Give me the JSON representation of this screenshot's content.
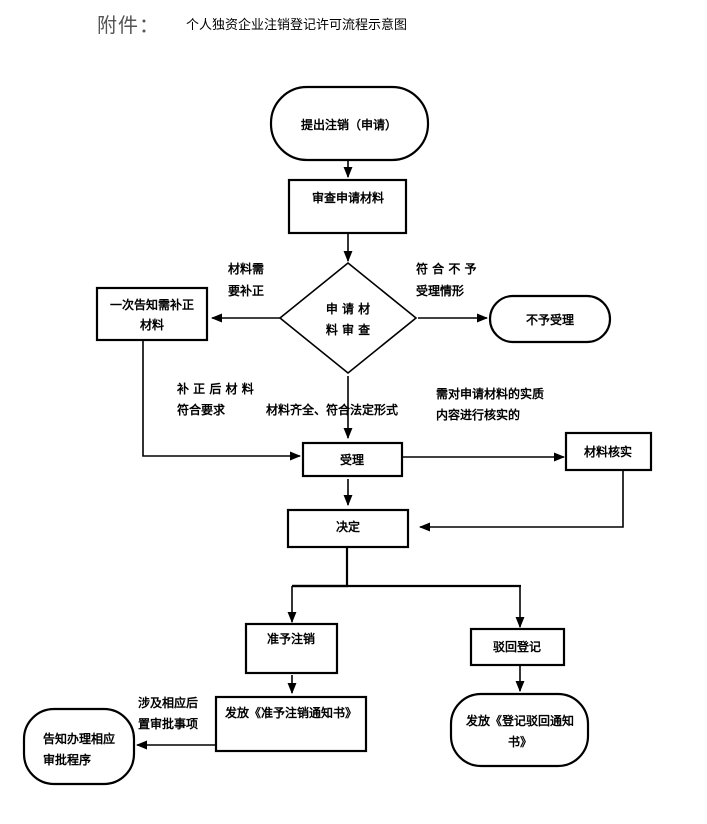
{
  "header": {
    "attachment_label": "附件：",
    "title": "个人独资企业注销登记许可流程示意图"
  },
  "nodes": {
    "apply": {
      "lines": [
        "提出注销（申请）"
      ]
    },
    "review_materials": {
      "lines": [
        "审查申请材料"
      ]
    },
    "decision_review": {
      "lines": [
        "申 请 材",
        "料 审 查"
      ]
    },
    "notify_supplement": {
      "lines": [
        "一次告知需补正",
        "材料"
      ]
    },
    "not_accepted": {
      "lines": [
        "不予受理"
      ]
    },
    "accept": {
      "lines": [
        "受理"
      ]
    },
    "verify": {
      "lines": [
        "材料核实"
      ]
    },
    "decide": {
      "lines": [
        "决定"
      ]
    },
    "approve": {
      "lines": [
        "准予注销"
      ]
    },
    "reject": {
      "lines": [
        "驳回登记"
      ]
    },
    "issue_approval": {
      "lines": [
        "发放《准予注销通知书》"
      ]
    },
    "issue_rejection": {
      "lines": [
        "发放《登记驳回通知",
        "书》"
      ]
    },
    "notify_procedure": {
      "lines": [
        "告知办理相应",
        "审批程序"
      ]
    }
  },
  "labels": {
    "needs_supplement": [
      "材料需",
      "要补正"
    ],
    "not_accept_case": [
      "符 合 不 予",
      "受理情形"
    ],
    "supplement_ok": [
      "补 正 后 材 料",
      "符合要求"
    ],
    "complete": [
      "材料齐全、符合法定形式"
    ],
    "need_verify": [
      "需对申请材料的实质",
      "内容进行核实的"
    ],
    "post_approval": [
      "涉及相应后",
      "置审批事项"
    ]
  }
}
